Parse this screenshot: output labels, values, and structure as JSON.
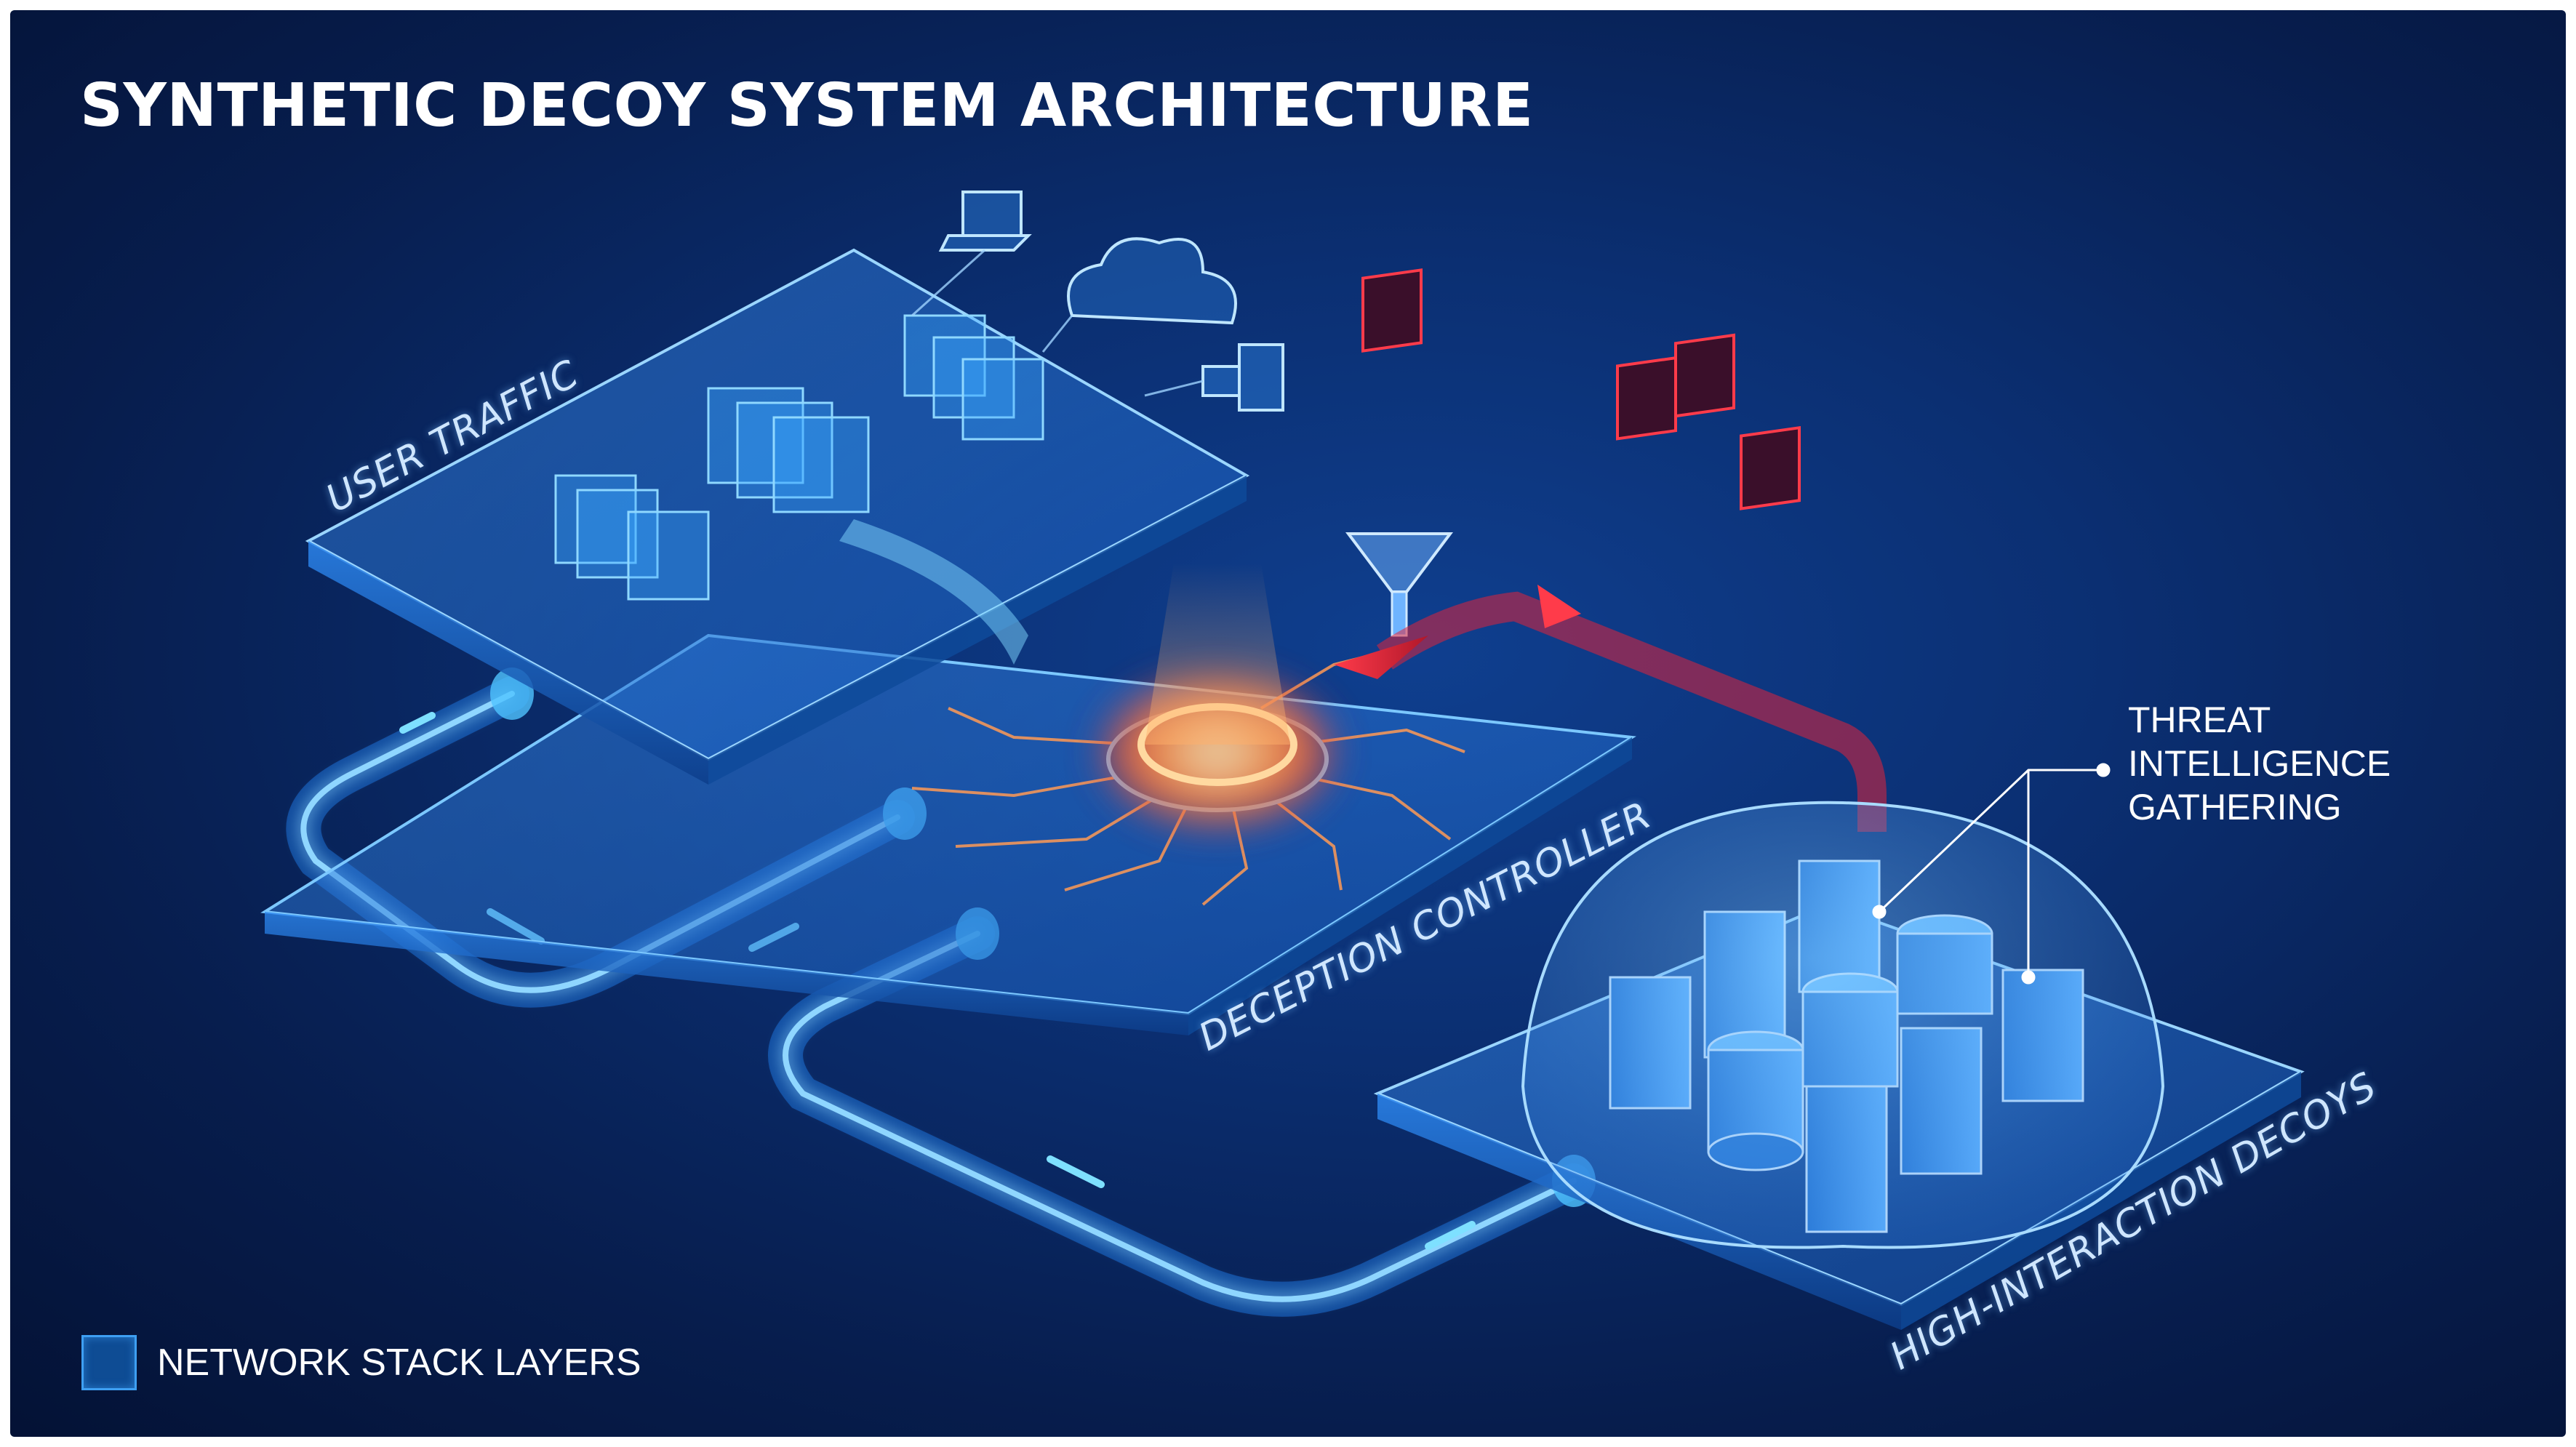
{
  "diagram": {
    "title": "SYNTHETIC DECOY SYSTEM ARCHITECTURE",
    "layers": [
      {
        "id": "user-traffic",
        "label": "USER TRAFFIC"
      },
      {
        "id": "deception-controller",
        "label": "DECEPTION CONTROLLER"
      },
      {
        "id": "high-interaction-decoys",
        "label": "HIGH-INTERACTION DECOYS"
      }
    ],
    "callout": {
      "lines": [
        "THREAT",
        "INTELLIGENCE",
        "GATHERING"
      ]
    },
    "legend": {
      "label": "NETWORK STACK LAYERS"
    },
    "colors": {
      "background": "#0b2f72",
      "platform": "#1f6fd1",
      "glow": "#4fc3ff",
      "core": "#ff8a3d",
      "threat": "#e0233a",
      "text": "#ffffff"
    }
  }
}
